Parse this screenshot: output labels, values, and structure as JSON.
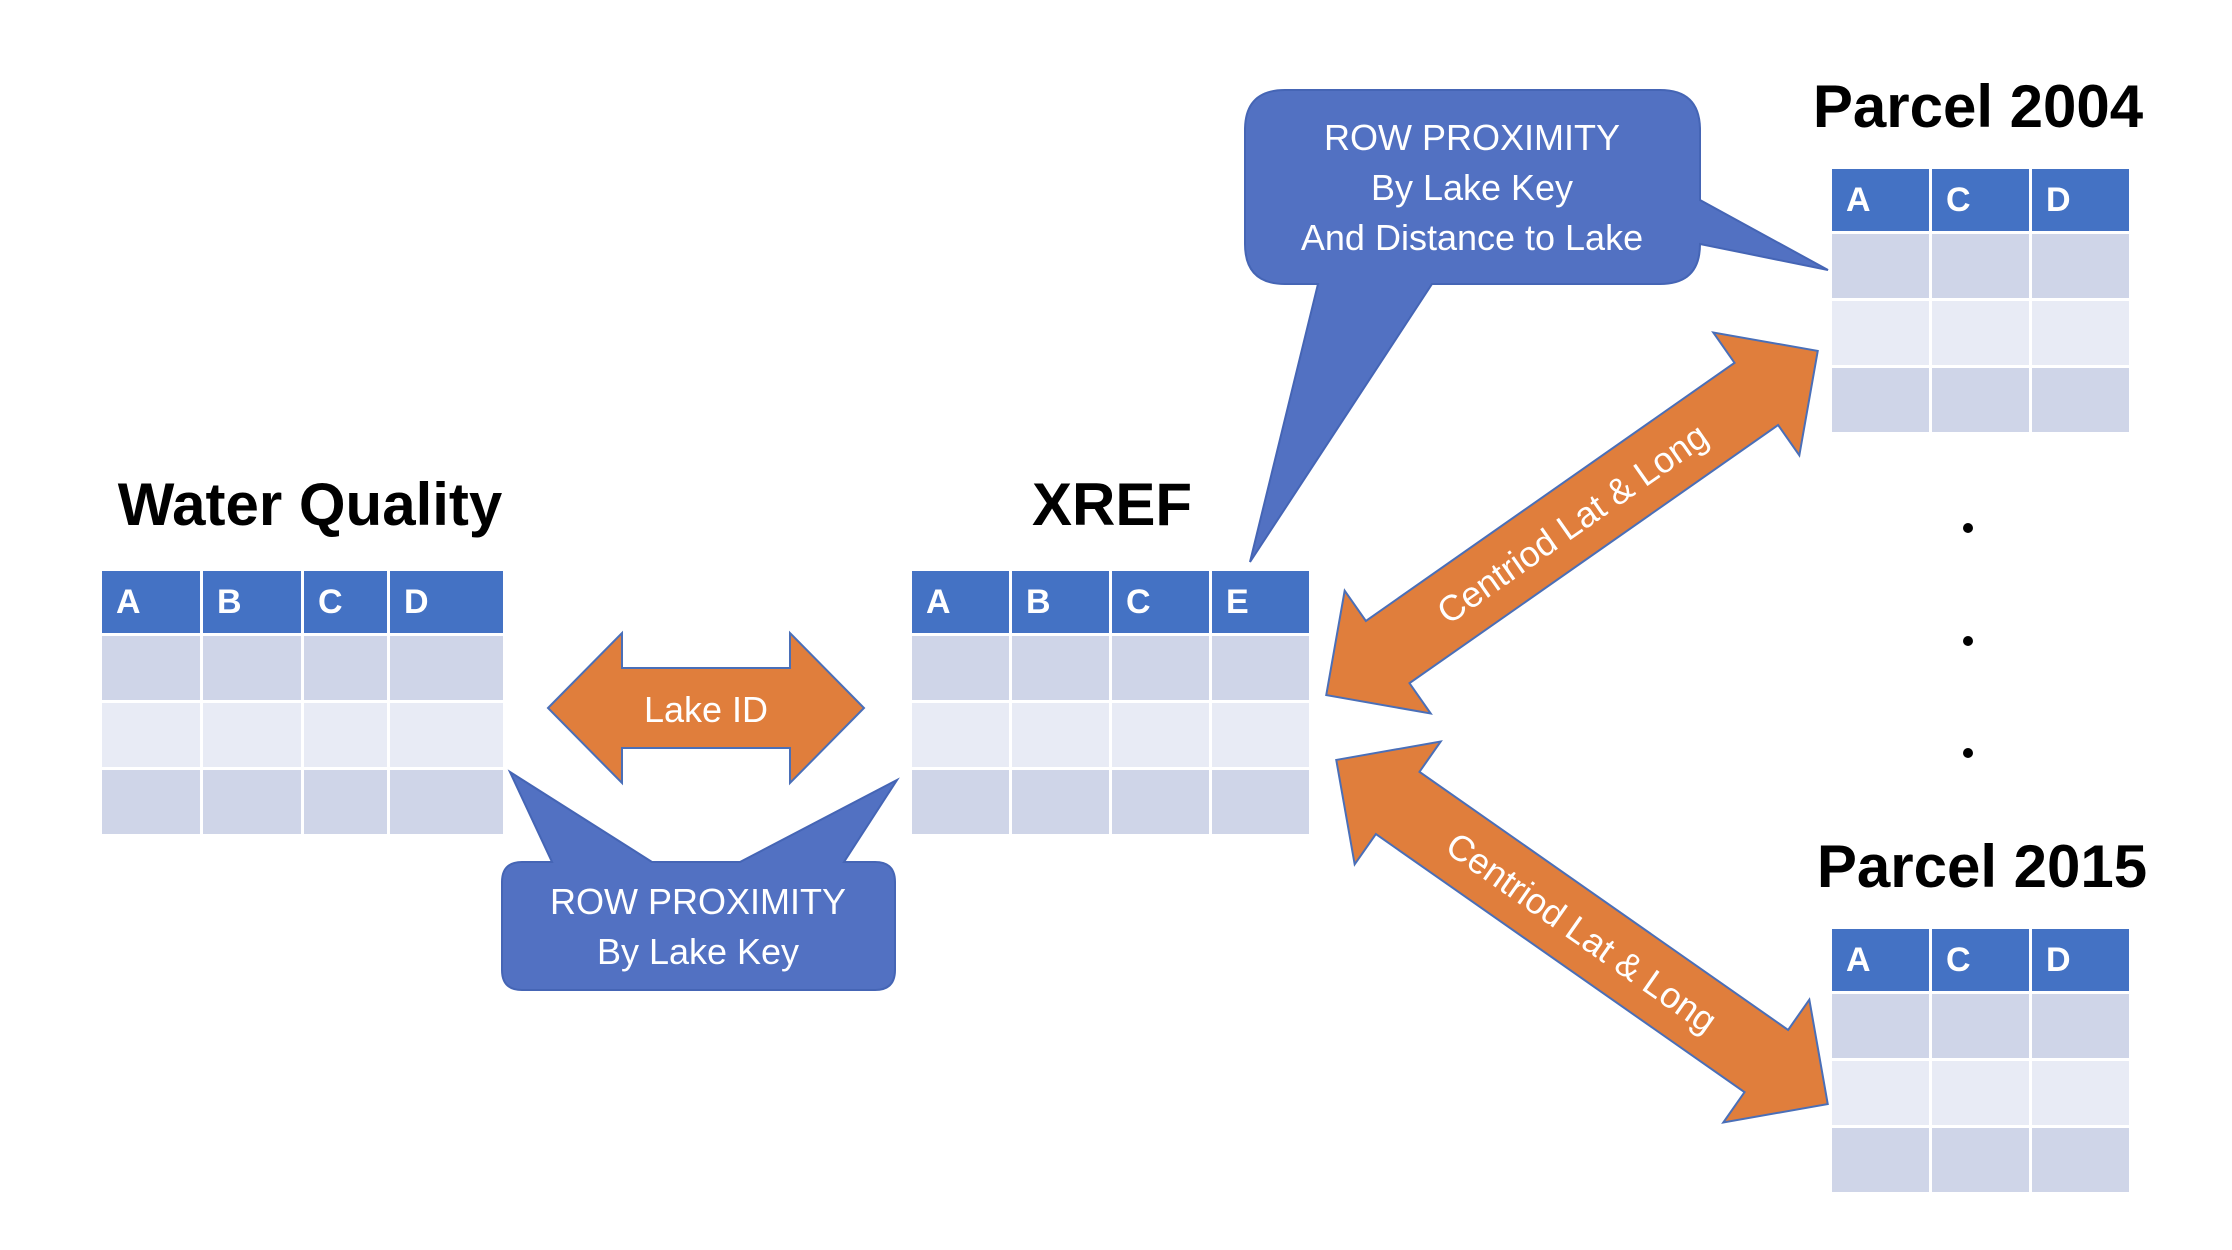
{
  "titles": {
    "water_quality": "Water Quality",
    "xref": "XREF",
    "parcel_2004": "Parcel 2004",
    "parcel_2015": "Parcel 2015"
  },
  "tables": {
    "water_quality": {
      "columns": [
        "A",
        "B",
        "C",
        "D"
      ],
      "rows": 3
    },
    "xref": {
      "columns": [
        "A",
        "B",
        "C",
        "E"
      ],
      "rows": 3
    },
    "parcel_2004": {
      "columns": [
        "A",
        "C",
        "D"
      ],
      "rows": 3
    },
    "parcel_2015": {
      "columns": [
        "A",
        "C",
        "D"
      ],
      "rows": 3
    }
  },
  "arrows": {
    "lake_id": "Lake ID",
    "centroid_upper": "Centriod Lat & Long",
    "centroid_lower": "Centriod Lat & Long"
  },
  "callouts": {
    "top": {
      "line1": "ROW PROXIMITY",
      "line2": "By Lake Key",
      "line3": "And Distance to Lake"
    },
    "bottom": {
      "line1": "ROW PROXIMITY",
      "line2": "By Lake Key"
    }
  },
  "colors": {
    "header_blue": "#4472c4",
    "row_light": "#e8ebf5",
    "row_mid": "#cfd5e8",
    "arrow_orange": "#e07e3c",
    "arrow_border": "#4a6fb8",
    "callout_blue": "#5271c2"
  }
}
